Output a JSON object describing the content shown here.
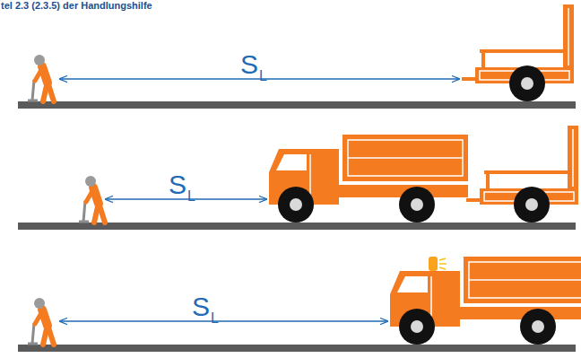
{
  "diagram": {
    "title": "tel 2.3 (2.3.5) der Handlungshilfe",
    "labels": [
      "S",
      "L",
      "S",
      "L",
      "S",
      "L"
    ]
  }
}
